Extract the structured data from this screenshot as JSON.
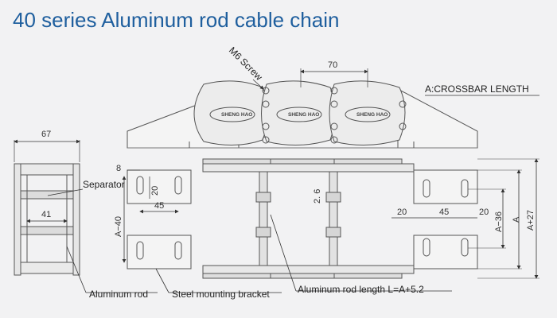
{
  "title": "40 series Aluminum rod cable chain",
  "labels": {
    "screw": "M6 Screw",
    "crossbar": "A:CROSSBAR LENGTH",
    "separator": "Separator",
    "aluminum_rod": "Aluminum rod",
    "bracket": "Steel mounting bracket",
    "rod_length": "Aluminum rod length  L=A+5.2",
    "logo": "SHENG HAO"
  },
  "dimensions": {
    "pitch": "70",
    "side_width": "67",
    "inner_width": "41",
    "d8": "8",
    "d20_left": "20",
    "d45_left": "45",
    "a_minus_40": "A−40",
    "d2_6": "2. 6",
    "d20_right_a": "20",
    "d45_right": "45",
    "d20_right_b": "20",
    "a_minus_36": "A−36",
    "a": "A",
    "a_plus_27": "A+27"
  }
}
